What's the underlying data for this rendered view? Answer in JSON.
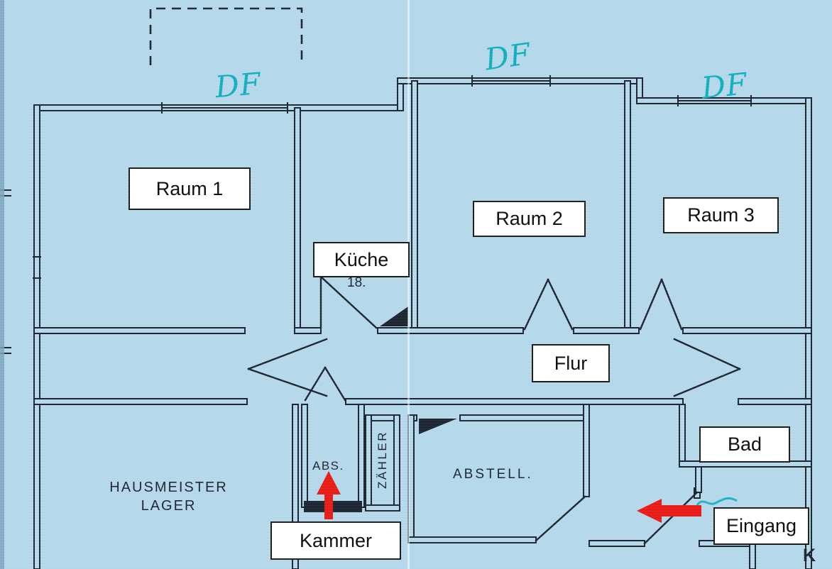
{
  "colors": {
    "paper": "#b4d8ea",
    "ink": "#1e2633",
    "teal": "#12b0bf",
    "red": "#e81d17",
    "label_bg": "#ffffff"
  },
  "room_labels": {
    "raum1": "Raum 1",
    "raum2": "Raum 2",
    "raum3": "Raum 3",
    "kueche": "Küche",
    "flur": "Flur",
    "bad": "Bad",
    "kammer": "Kammer",
    "eingang": "Eingang"
  },
  "plan_texts": {
    "hausmeister_line1": "HAUSMEISTER",
    "hausmeister_line2": "LAGER",
    "abs": "ABS.",
    "zaehler": "ZÄHLER",
    "abstell": "ABSTELL.",
    "kitchen_number": "18.",
    "corner_partial": "K"
  },
  "handwriting": {
    "df": "DF"
  }
}
